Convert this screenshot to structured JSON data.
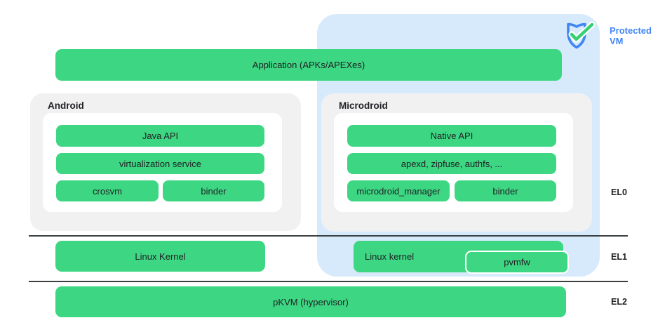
{
  "colors": {
    "box_green": "#3dd783",
    "protected_vm_blue_bg": "#d7eafc",
    "group_gray": "#f1f1f2",
    "accent_blue": "#4285f4",
    "divider_dark": "#3c4043",
    "text_dark": "#202124",
    "check_green": "#34d173"
  },
  "protected_vm": {
    "label_line1": "Protected",
    "label_line2": "VM",
    "icon": "shield-check-icon"
  },
  "app_bar": {
    "label": "Application (APKs/APEXes)"
  },
  "android": {
    "title": "Android",
    "java_api": "Java API",
    "virtualization_service": "virtualization service",
    "crosvm": "crosvm",
    "binder": "binder"
  },
  "microdroid": {
    "title": "Microdroid",
    "native_api": "Native API",
    "apexd": "apexd, zipfuse, authfs, ...",
    "microdroid_manager": "microdroid_manager",
    "binder": "binder"
  },
  "el1_row": {
    "linux_kernel_host": "Linux Kernel",
    "linux_kernel_vm": "Linux kernel",
    "pvmfw": "pvmfw"
  },
  "el2_row": {
    "pkvm": "pKVM (hypervisor)"
  },
  "exception_levels": {
    "el0": "EL0",
    "el1": "EL1",
    "el2": "EL2"
  }
}
